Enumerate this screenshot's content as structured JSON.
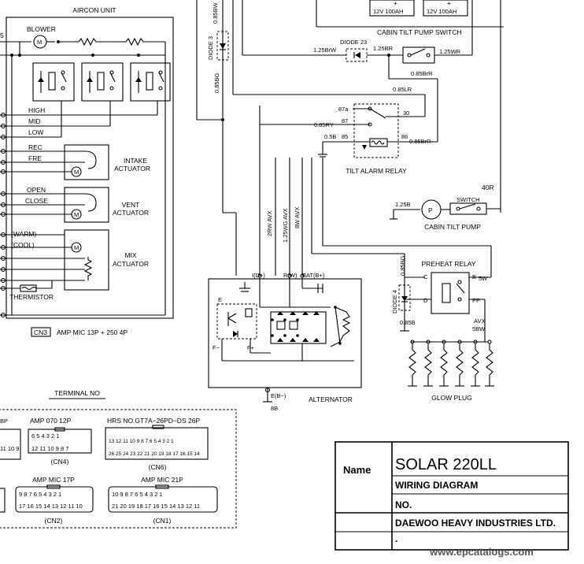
{
  "aircon": {
    "title": "AIRCON UNIT",
    "blower": "BLOWER",
    "speeds": [
      "HIGH",
      "MID",
      "LOW"
    ],
    "intake_taps": [
      "REC",
      "FRE"
    ],
    "intake_label": [
      "INTAKE",
      "ACTUATOR"
    ],
    "vent_taps": [
      "OPEN",
      "CLOSE"
    ],
    "vent_label": [
      "VENT",
      "ACTUATOR"
    ],
    "mix_taps": [
      "(WARM)",
      "(COOL)"
    ],
    "mix_label": [
      "MIX",
      "ACTUATOR"
    ],
    "thermistor": "THERMISTOR",
    "connector": "CN3",
    "connector_desc": "AMP MIC 13P + 250 4P",
    "edge_fragment": "5"
  },
  "top": {
    "battery1": "12V  100AH",
    "battery2": "12V  100AH",
    "pump_switch": "CABIN TILT PUMP SWITCH",
    "diode23": "DIODE 23",
    "diode3": "DIODE 3",
    "wire_85bw": "0.85BW",
    "wire_85bg": "0.85BG",
    "wire_125brw": "1.25BrW",
    "wire_125br": "1.25BR",
    "wire_125wr": "1.25WR",
    "wire_085brr": "0.85BrR",
    "wire_085lr": "0.85LR",
    "wire_085ry": "0.85RY",
    "wire_05b": "0.5B",
    "wire_085brr2": "0.85BrR"
  },
  "relay": {
    "pins": [
      "87a",
      "87",
      "85",
      "30",
      "86"
    ],
    "title": "TILT ALARM RELAY"
  },
  "pump": {
    "code": "40R",
    "switch": "SWITCH",
    "wire": "1.25B",
    "title": "CABIN TILT PUMP"
  },
  "vert_wires": [
    "2RW AVX",
    "1.25WG AVX",
    "8W AVX"
  ],
  "alternator": {
    "terms": [
      "I(D+)",
      "R(W)",
      "BAT(B+)"
    ],
    "e": "E",
    "fminus": "F−",
    "fplus": "F+",
    "ground": "E(B−)",
    "ground_wire": "8B",
    "title": "ALTERNATOR"
  },
  "preheat": {
    "title": "PREHEAT RELAY",
    "diode": "DIODE 4",
    "wire_085bg": "0.85BG",
    "wire_085b": "0.85B",
    "pins": [
      "C",
      "B",
      "D",
      "PP"
    ],
    "wire_5w": "5W",
    "avx": [
      "AVX",
      "5BW"
    ],
    "glow": "GLOW PLUG"
  },
  "terminals": {
    "title": "TERMINAL NO",
    "cn4_head": "AMP 070 12P",
    "cn4": "(CN4)",
    "cn6_head": "HRS NO.GT7A−26PD−DS 26P",
    "cn6": "(CN6)",
    "cn2_head": "AMP MIC 17P",
    "cn2": "(CN2)",
    "cn1_head": "AMP MIC 21P",
    "cn1": "(CN1)",
    "frag_p1": "BP",
    "frag_p2": "11 10 9",
    "cn4_top": "6 5 4 3 2 1",
    "cn4_bot": "12 11 10 9 8 7",
    "cn6_r1": "13 12 11 10 9 8 7 6 5 4 3 2 1",
    "cn6_r2": "26 25 24 23 22 21 20 19 18 17 16 15 14",
    "cn2_top": "9 8 7 6 5 4 3 2 1",
    "cn2_bot": "17 16 15 14 13 12 11 10",
    "cn1_top": "10 9 8 7 6 5 4 3 2 1",
    "cn1_bot": "21 20 19 18 17 16 15 14 13 12 11"
  },
  "title_block": {
    "name_label": "Name",
    "model": "SOLAR 220LL",
    "doc": "WIRING DIAGRAM",
    "no": "NO.",
    "company": "DAEWOO HEAVY INDUSTRIES LTD.",
    "dot": "."
  },
  "watermark": "www.epcatalogs.com"
}
